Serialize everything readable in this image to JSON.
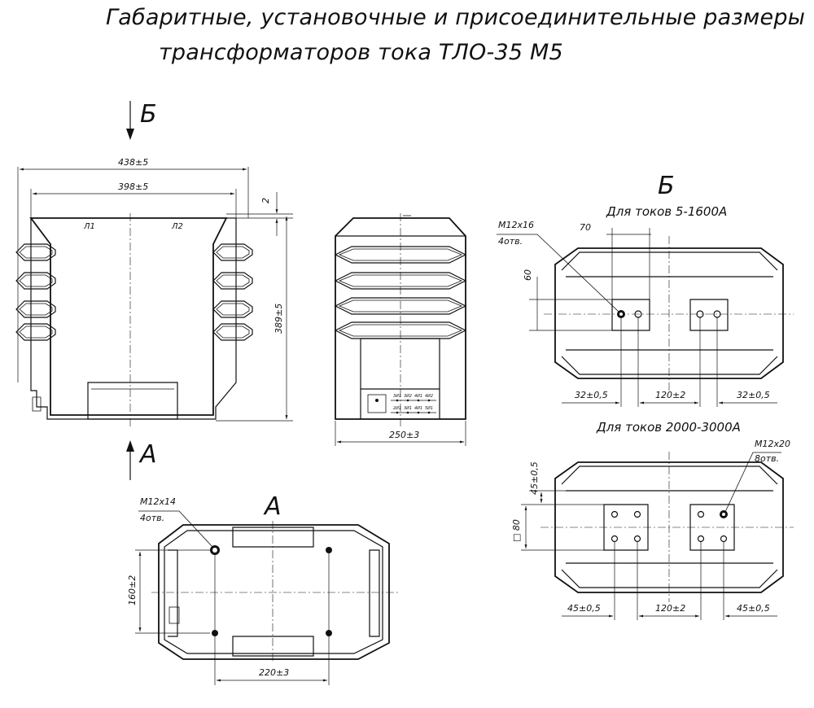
{
  "title": {
    "line1": "Габаритные, установочные и присоединительные размеры",
    "line2": "трансформаторов тока ТЛО-35 М5"
  },
  "view_labels": {
    "view_b_arrow": "Б",
    "view_a_arrow": "А",
    "view_a": "А",
    "view_b": "Б"
  },
  "front_view": {
    "dim_width_outer": "438±5",
    "dim_width_inner": "398±5",
    "dim_top_gap": "2",
    "dim_height": "389±5",
    "terminal_l1": "Л1",
    "terminal_l2": "Л2"
  },
  "side_view": {
    "dim_base": "250±3",
    "terminals_top": [
      "3И1",
      "3И2",
      "4И1",
      "4И2"
    ],
    "terminals_bottom": [
      "2И1",
      "3И1",
      "4И1",
      "5И1"
    ]
  },
  "view_a": {
    "thread_note": "М12х14",
    "holes_note": "4отв.",
    "dim_vertical": "160±2",
    "dim_horizontal": "220±3"
  },
  "view_b_top": {
    "caption": "Для токов 5-1600А",
    "thread_note": "М12х16",
    "holes_note": "4отв.",
    "dim_70": "70",
    "dim_60": "60",
    "dim_left": "32±0,5",
    "dim_mid": "120±2",
    "dim_right": "32±0,5"
  },
  "view_b_bottom": {
    "caption": "Для токов 2000-3000А",
    "thread_note": "М12х20",
    "holes_note": "8отв.",
    "dim_vertical": "45±0,5",
    "dim_square": "□ 80",
    "dim_left": "45±0,5",
    "dim_mid": "120±2",
    "dim_right": "45±0,5"
  }
}
